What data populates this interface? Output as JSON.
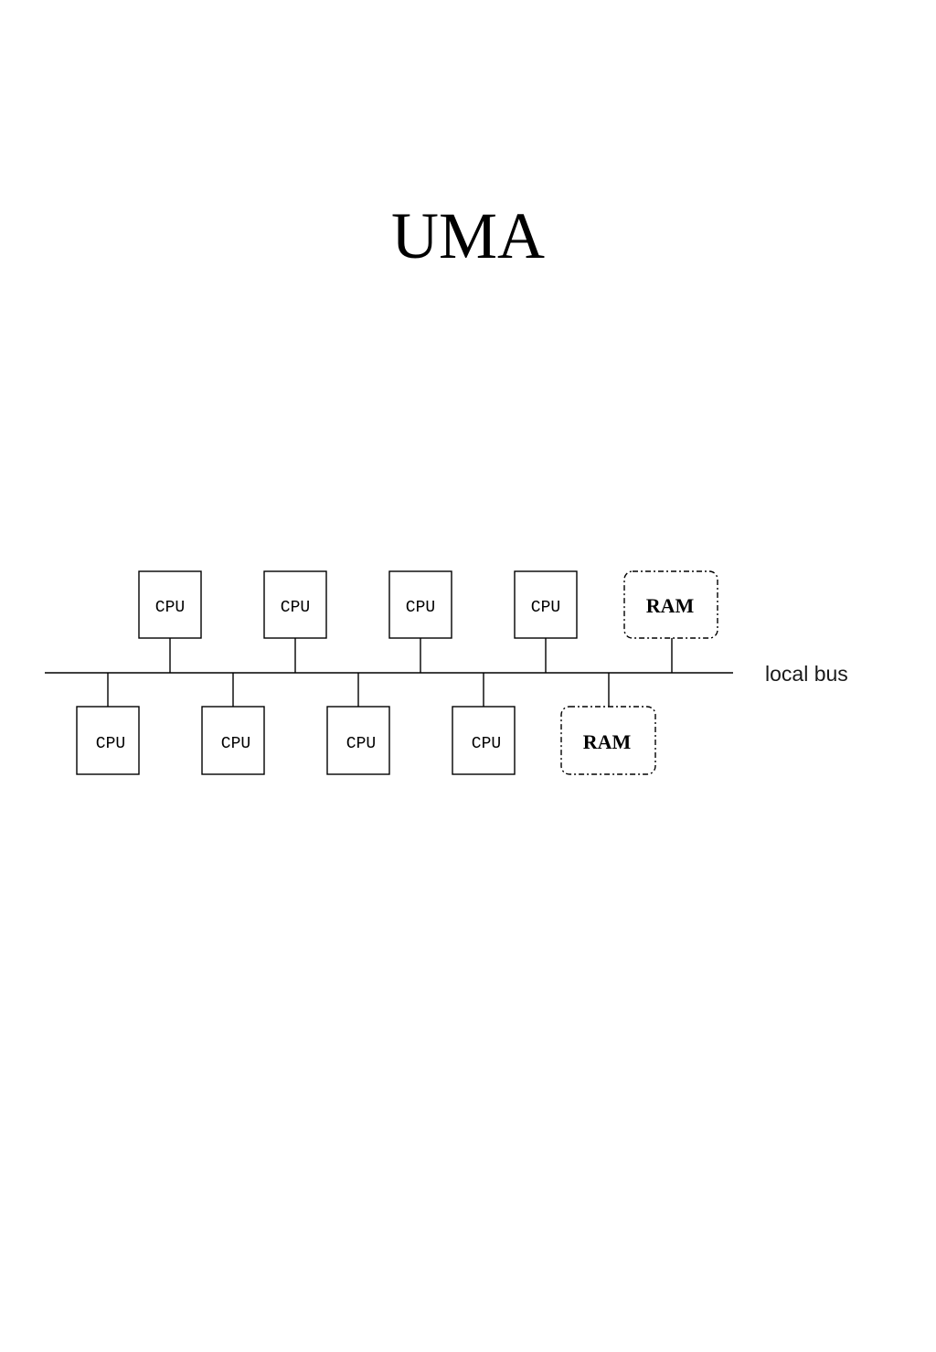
{
  "title": "UMA",
  "diagram": {
    "bus_label": "local bus",
    "top_row": [
      {
        "label": "CPU",
        "kind": "cpu"
      },
      {
        "label": "CPU",
        "kind": "cpu"
      },
      {
        "label": "CPU",
        "kind": "cpu"
      },
      {
        "label": "CPU",
        "kind": "cpu"
      },
      {
        "label": "RAM",
        "kind": "ram"
      }
    ],
    "bottom_row": [
      {
        "label": "CPU",
        "kind": "cpu"
      },
      {
        "label": "CPU",
        "kind": "cpu"
      },
      {
        "label": "CPU",
        "kind": "cpu"
      },
      {
        "label": "CPU",
        "kind": "cpu"
      },
      {
        "label": "RAM",
        "kind": "ram"
      }
    ]
  }
}
